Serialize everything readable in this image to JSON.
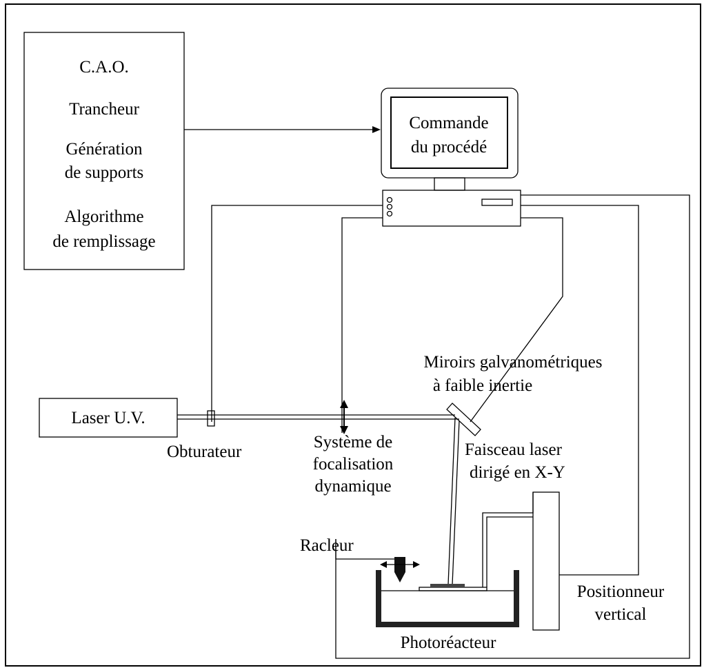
{
  "software_box": {
    "line1": "C.A.O.",
    "line2": "Trancheur",
    "line3a": "Génération",
    "line3b": "de supports",
    "line4a": "Algorithme",
    "line4b": "de remplissage"
  },
  "computer": {
    "line1": "Commande",
    "line2": "du procédé"
  },
  "laser": "Laser U.V.",
  "shutter": "Obturateur",
  "focus": {
    "line1": "Système de",
    "line2": "focalisation",
    "line3": "dynamique"
  },
  "mirrors": {
    "line1": "Miroirs galvanométriques",
    "line2": "à faible inertie"
  },
  "beam": {
    "line1": "Faisceau laser",
    "line2": "dirigé en X-Y"
  },
  "scraper": "Racleur",
  "positioner": {
    "line1": "Positionneur",
    "line2": "vertical"
  },
  "photoreactor": "Photoréacteur"
}
